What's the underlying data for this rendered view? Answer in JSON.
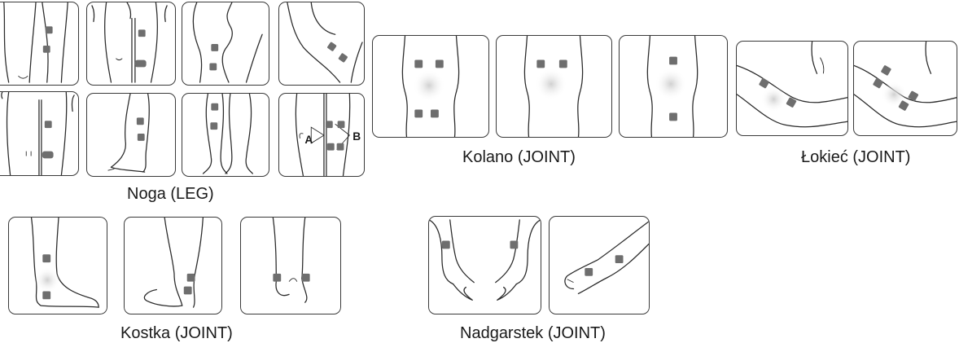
{
  "groups": {
    "leg": {
      "caption": "Noga (LEG)",
      "marker_a": "A",
      "marker_b": "B"
    },
    "knee": {
      "caption": "Kolano  (JOINT)"
    },
    "elbow": {
      "caption": "Łokieć (JOINT)"
    },
    "ankle": {
      "caption": "Kostka (JOINT)"
    },
    "wrist": {
      "caption": "Nadgarstek (JOINT)"
    }
  },
  "colors": {
    "pad": "#6e6e6e",
    "outline": "#2b2b2b",
    "glow": "#cfcfcf"
  }
}
